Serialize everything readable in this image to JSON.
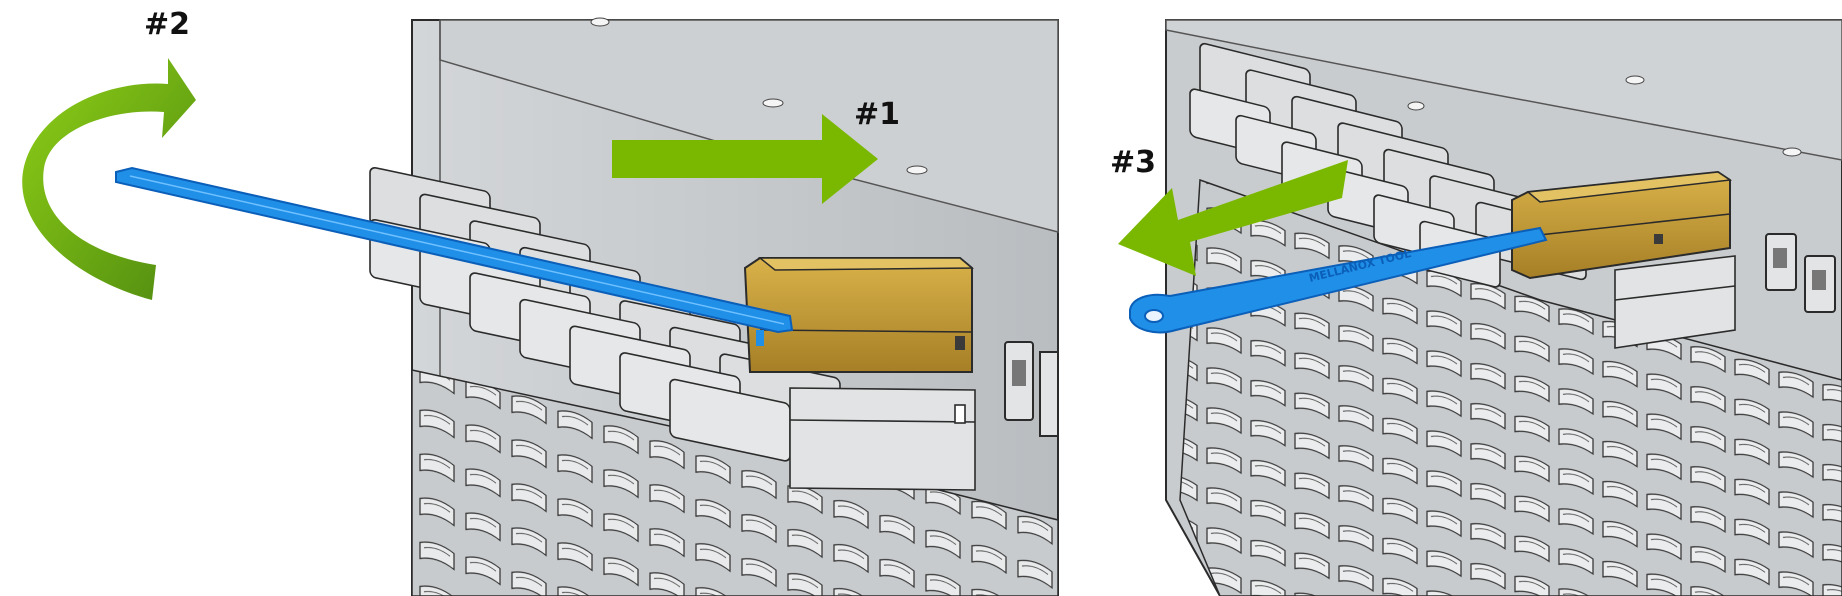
{
  "figure": {
    "left_panel": {
      "step_labels": {
        "push": "#1",
        "rotate": "#2"
      }
    },
    "right_panel": {
      "step_labels": {
        "pull": "#3"
      },
      "tool_engraving": "MELLANOX TOOL"
    }
  },
  "colors": {
    "arrow_green": "#7ab800",
    "arrow_green_dark": "#4f8a10",
    "tool_blue": "#1f8fe8",
    "tool_blue_dark": "#0b5fb8",
    "transceiver_gold": "#c9a23a",
    "transceiver_gold_dark": "#9c7a22",
    "chassis_gray": "#c6c9cc",
    "chassis_gray_dark": "#8e9397",
    "port_gray": "#d9dbdd",
    "outline": "#2b2b2b"
  },
  "icons": {
    "push": "straight-arrow-right",
    "rotate": "curved-arrow",
    "pull": "straight-arrow-left"
  }
}
